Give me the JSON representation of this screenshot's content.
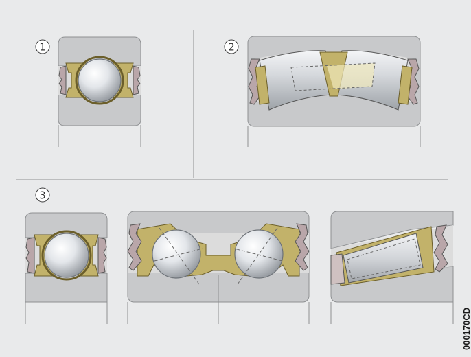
{
  "diagram": {
    "panels": [
      {
        "id": "1",
        "marker": "1"
      },
      {
        "id": "2",
        "marker": "2"
      },
      {
        "id": "3",
        "marker": "3"
      }
    ],
    "image_code": "000170CD",
    "colors": {
      "background": "#e9eaeb",
      "housing": "#c8c9cb",
      "housing_line": "#8e9092",
      "cage": "#c2b26a",
      "seal": "#b9a6a9",
      "element_light": "#ffffff",
      "element_dark": "#8e9399"
    }
  }
}
